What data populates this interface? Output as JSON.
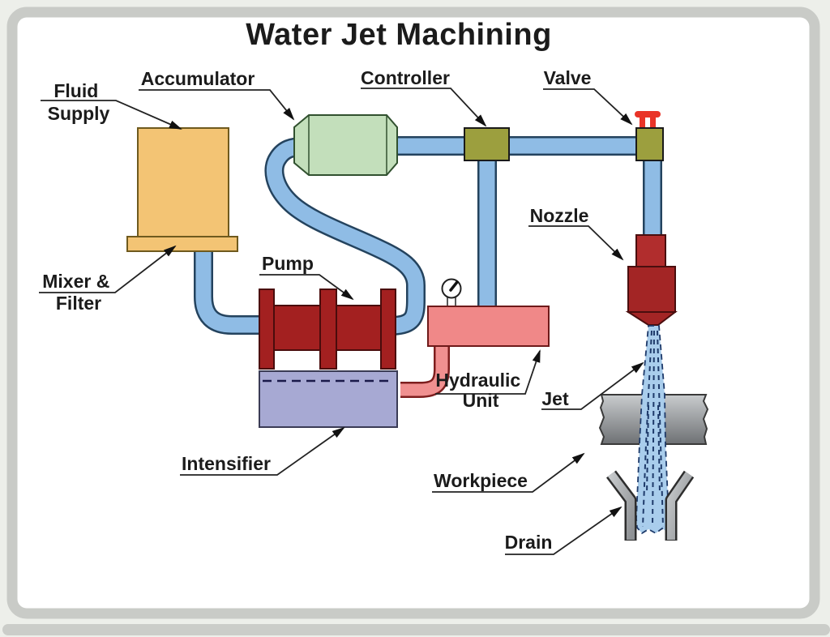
{
  "title": "Water Jet Machining",
  "labels": {
    "fluid_supply": {
      "line1": "Fluid",
      "line2": "Supply"
    },
    "accumulator": "Accumulator",
    "controller": "Controller",
    "valve": "Valve",
    "nozzle": "Nozzle",
    "pump": "Pump",
    "mixer_filter": {
      "line1": "Mixer &",
      "line2": "Filter"
    },
    "hydraulic_unit": {
      "line1": "Hydraulic",
      "line2": "Unit"
    },
    "jet": "Jet",
    "intensifier": "Intensifier",
    "workpiece": "Workpiece",
    "drain": "Drain"
  },
  "colors": {
    "tank": "#F3C474",
    "pipe_water": "#8FBCE5",
    "pipe_outline": "#24435E",
    "accumulator": "#C3DFBB",
    "control_block": "#9C9F3E",
    "valve_handle": "#E93428",
    "pump": "#A32020",
    "nozzle": "#A32525",
    "nozzle_top": "#B12D2D",
    "hydraulic_unit": "#F08888",
    "pipe_hydraulic": "#F09090",
    "intensifier": "#A7A9D3",
    "jet": "#A9CDEC",
    "jet_dash": "#1E3A6A",
    "workpiece_light": "#C9CCCE",
    "workpiece_dark": "#6E7174",
    "drain": "#ACAFB2"
  }
}
